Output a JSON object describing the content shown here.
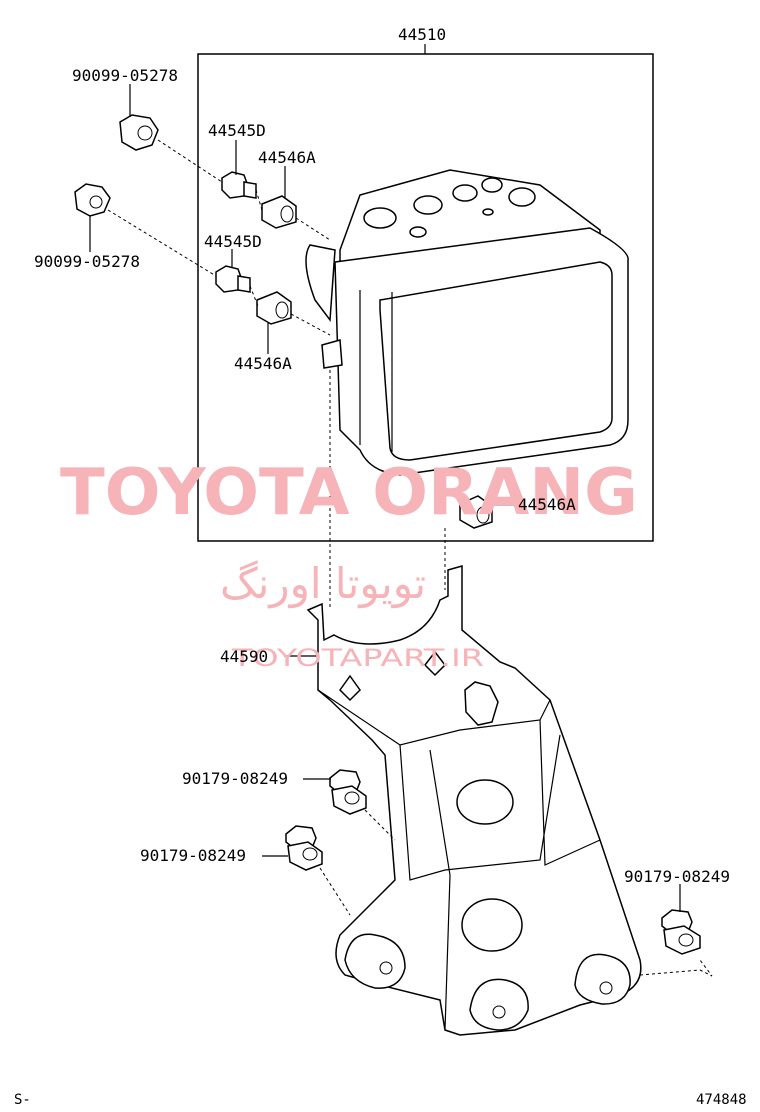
{
  "watermark": {
    "primary": "TOYOTA ORANG",
    "persian": "تویوتا اورنگ",
    "site": "TOYOTAPART.IR",
    "color": "#f6b3b8"
  },
  "parts": {
    "actuator_assembly": "44510",
    "bolt_upper": "90099-05278",
    "bolt_lower": "90099-05278",
    "stud_upper": "44545D",
    "stud_lower": "44545D",
    "cushion_upper": "44546A",
    "cushion_lower": "44546A",
    "cushion_bottom": "44546A",
    "bracket": "44590",
    "bracket_bolt_1": "90179-08249",
    "bracket_bolt_2": "90179-08249",
    "bracket_bolt_3": "90179-08249"
  },
  "footer": {
    "left_code": "S-",
    "illustration_number": "474848"
  }
}
